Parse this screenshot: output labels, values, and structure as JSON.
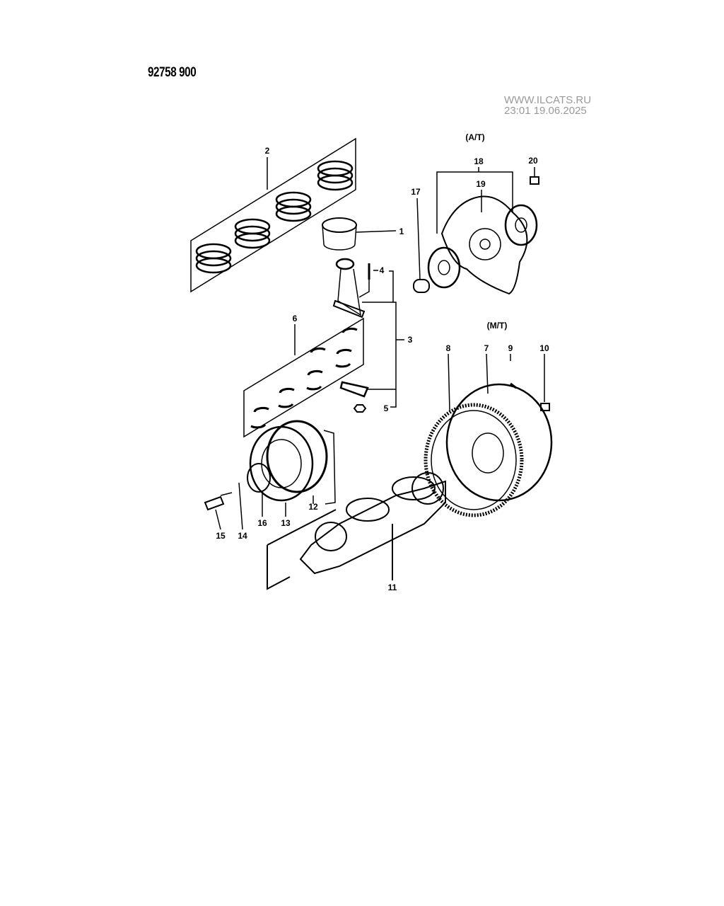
{
  "header": {
    "catalog_code": "92758 900"
  },
  "watermark": {
    "site": "WWW.ILCATS.RU",
    "timestamp": "23:01 19.06.2025"
  },
  "diagram": {
    "variant_labels": {
      "automatic": "(A/T)",
      "manual": "(M/T)"
    },
    "callouts": {
      "c1": "1",
      "c2": "2",
      "c3": "3",
      "c4": "4",
      "c5": "5",
      "c6": "6",
      "c7": "7",
      "c8": "8",
      "c9": "9",
      "c10": "10",
      "c11": "11",
      "c12": "12",
      "c13": "13",
      "c14": "14",
      "c15": "15",
      "c16": "16",
      "c17": "17",
      "c18": "18",
      "c19": "19",
      "c20": "20"
    }
  }
}
